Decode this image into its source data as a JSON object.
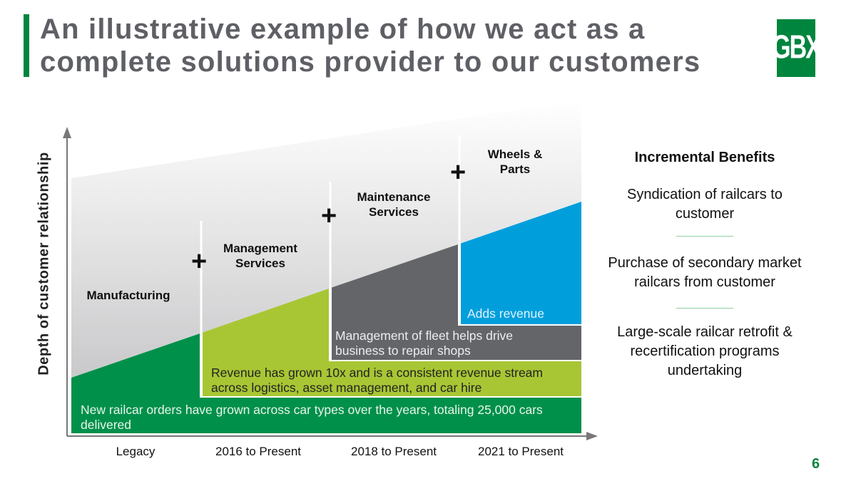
{
  "header": {
    "title_line1": "An illustrative example of how we act as a",
    "title_line2": "complete solutions provider to our customers",
    "logo_text": "GBX"
  },
  "diagram": {
    "y_axis_label": "Depth of customer relationship",
    "x_axis_labels": [
      "Legacy",
      "2016 to Present",
      "2018 to Present",
      "2021 to Present"
    ],
    "stages": [
      {
        "label_line1": "Manufacturing",
        "label_line2": "",
        "description": "New railcar orders have grown across car types over the years, totaling 25,000 cars delivered",
        "color": "#00904a"
      },
      {
        "label_line1": "Management",
        "label_line2": "Services",
        "description": "Revenue has grown 10x and is a consistent revenue stream across logistics, asset management, and car hire",
        "color": "#a8c634"
      },
      {
        "label_line1": "Maintenance",
        "label_line2": "Services",
        "description": "Management of fleet helps drive business to repair shops",
        "color": "#646569"
      },
      {
        "label_line1": "Wheels &",
        "label_line2": "Parts",
        "description": "Adds revenue",
        "color": "#009fdc"
      }
    ],
    "plus_symbol": "+"
  },
  "benefits": {
    "title": "Incremental Benefits",
    "items": [
      "Syndication of railcars to customer",
      "Purchase of secondary market railcars from customer",
      "Large-scale railcar retrofit & recertification programs undertaking"
    ]
  },
  "page_number": "6"
}
